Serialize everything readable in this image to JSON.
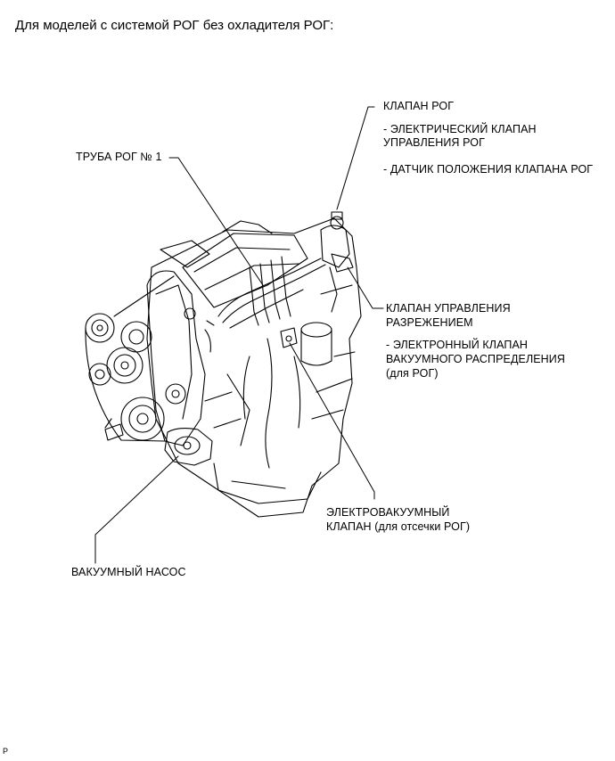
{
  "heading": "Для моделей с системой РОГ без охладителя РОГ:",
  "labels": {
    "egr_valve": "КЛАПАН РОГ",
    "egr_valve_sub1_line1": "- ЭЛЕКТРИЧЕСКИЙ КЛАПАН",
    "egr_valve_sub1_line2": "УПРАВЛЕНИЯ РОГ",
    "egr_valve_sub2": "- ДАТЧИК ПОЛОЖЕНИЯ КЛАПАНА РОГ",
    "egr_pipe": "ТРУБА РОГ № 1",
    "vacuum_control_line1": "КЛАПАН УПРАВЛЕНИЯ",
    "vacuum_control_line2": "РАЗРЕЖЕНИЕМ",
    "vacuum_control_sub_line1": "- ЭЛЕКТРОННЫЙ КЛАПАН",
    "vacuum_control_sub_line2": "ВАКУУМНОГО РАСПРЕДЕЛЕНИЯ",
    "vacuum_control_sub_line3": "(для РОГ)",
    "vsv_line1": "ЭЛЕКТРОВАКУУМНЫЙ",
    "vsv_line2": "КЛАПАН (для отсечки РОГ)",
    "vacuum_pump": "ВАКУУМНЫЙ НАСОС"
  },
  "footer_mark": "P"
}
